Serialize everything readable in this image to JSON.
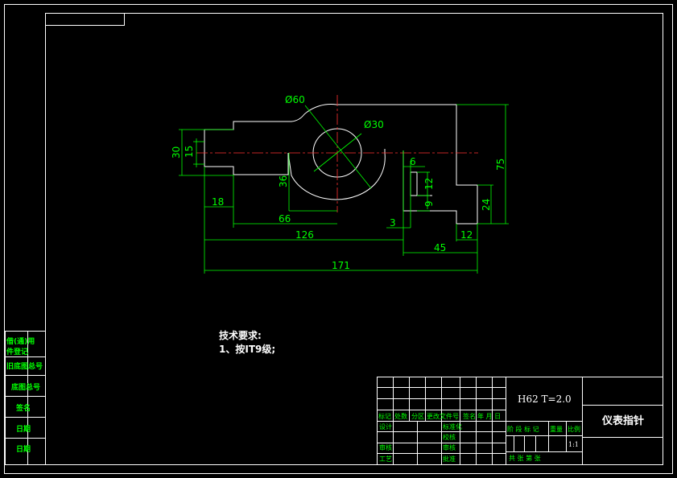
{
  "dimensions": {
    "d60": "Ø60",
    "d30": "Ø30",
    "h30": "30",
    "h15": "15",
    "h36": "36",
    "w6": "6",
    "h12": "12",
    "h9": "9",
    "h75": "75",
    "h24": "24",
    "w18": "18",
    "w66": "66",
    "w3": "3",
    "w126": "126",
    "w12": "12",
    "w45": "45",
    "w171": "171"
  },
  "notes": {
    "title": "技术要求:",
    "line1": "1、按IT9级;"
  },
  "side_labels": [
    "借(通)用",
    "件登记",
    "旧底图总号",
    "底图总号",
    "签名",
    "日期",
    "日期"
  ],
  "title_block": {
    "material": "H62   T=2.0",
    "part_name": "仪表指针",
    "row_headers": [
      "标记",
      "处数",
      "分区",
      "更改文件号",
      "签名",
      "年 月 日"
    ],
    "design": "设计",
    "standardize": "标准化",
    "check": "校核",
    "review": "审核",
    "audit": "审核",
    "process": "工艺",
    "approve": "批准",
    "stage_headers": [
      "阶 段 标 记",
      "重量",
      "比例"
    ],
    "scale": "1:1",
    "sheets": "共    张  第    张"
  }
}
